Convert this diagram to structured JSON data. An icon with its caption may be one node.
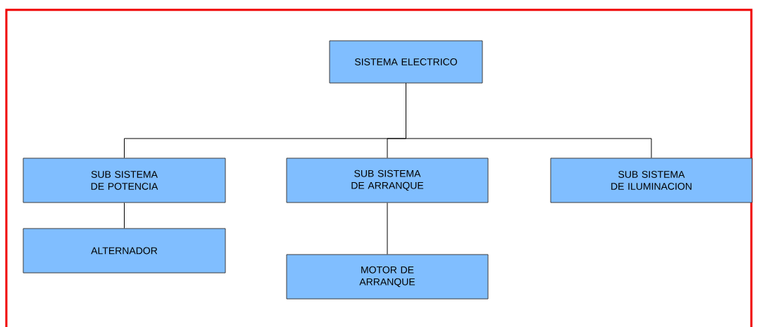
{
  "diagram": {
    "nodes": [
      {
        "text": [
          "SISTEMA ELECTRICO"
        ]
      },
      {
        "text": [
          "SUB SISTEMA DE POTENCIA"
        ]
      },
      {
        "text": [
          "SUB SISTEMA DE ARRANQUE"
        ]
      },
      {
        "text": [
          "SUB SISTEMA DE ILUMINACION"
        ]
      },
      {
        "text": [
          "ALTERNADOR"
        ]
      },
      {
        "text": [
          "MOTOR DE ARRANQUE"
        ]
      }
    ],
    "edges": [
      {
        "from": 0,
        "to": 1,
        "arrow": "none"
      },
      {
        "from": 0,
        "to": 2,
        "arrow": "none"
      },
      {
        "from": 0,
        "to": 3,
        "arrow": "none"
      },
      {
        "from": 1,
        "to": 4,
        "arrow": "none"
      },
      {
        "from": 2,
        "to": 5,
        "arrow": "none"
      }
    ]
  }
}
